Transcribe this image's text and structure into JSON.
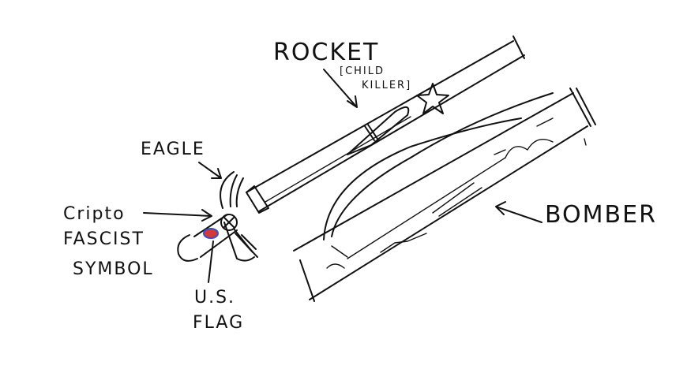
{
  "labels": {
    "rocket": "ROCKET",
    "child_killer_line1": "[CHILD",
    "child_killer_line2": "KILLER]",
    "eagle": "EAGLE",
    "cripto_line1": "Cripto",
    "cripto_line2": "FASCIST",
    "cripto_line3": "SYMBOL",
    "us_flag_line1": "U.S.",
    "us_flag_line2": "FLAG",
    "bomber": "BOMBER"
  },
  "colors": {
    "ink": "#111111",
    "flag_red": "#d23a3a",
    "flag_blue": "#3a4fc2",
    "background": "#ffffff"
  },
  "icons": {
    "star": "star-icon",
    "cross_circle": "crossed-circle-icon"
  }
}
